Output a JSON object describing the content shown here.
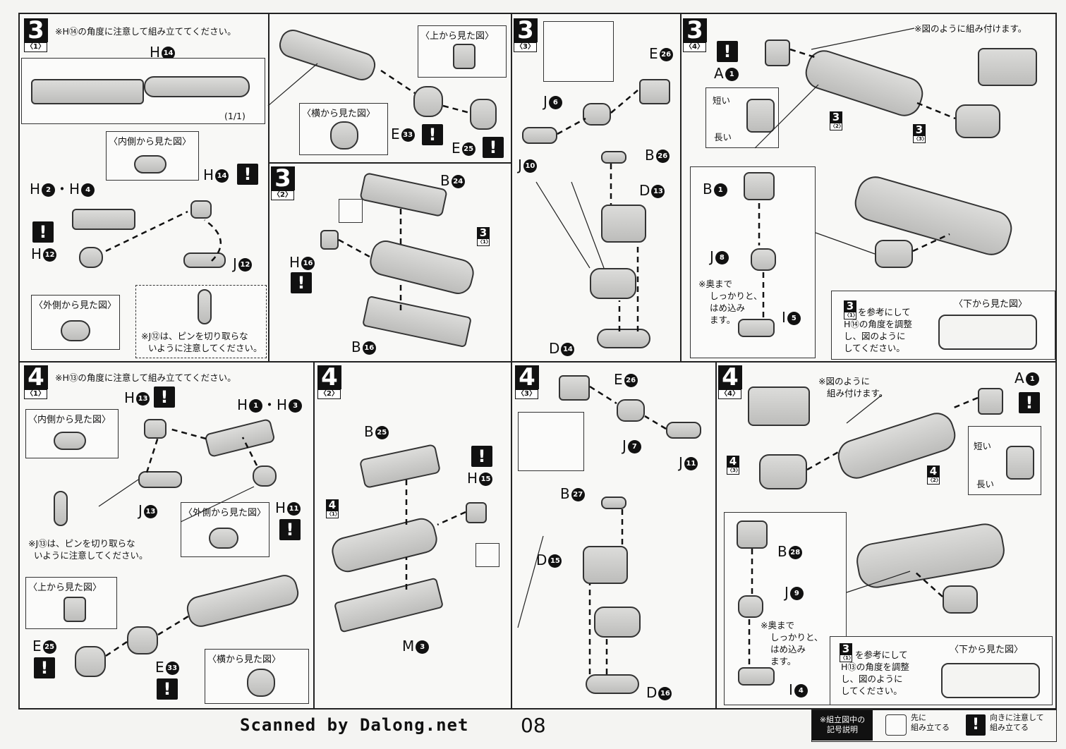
{
  "panels": {
    "p3_1": {
      "step": "3",
      "sub": "〈1〉",
      "note": "※H⑭の角度に注意して組み立ててください。",
      "ratio": "(1/1)",
      "view_inside": "〈内側から見た図〉",
      "view_outside": "〈外側から見た図〉",
      "view_top": "〈上から見た図〉",
      "view_side": "〈横から見た図〉",
      "pin_note_1": "※J⑫は、ピンを切り取らな",
      "pin_note_2": "いように注意してください。"
    },
    "p3_2": {
      "step": "3",
      "sub": "〈2〉"
    },
    "p3_3": {
      "step": "3",
      "sub": "〈3〉"
    },
    "p3_4": {
      "step": "3",
      "sub": "〈4〉",
      "note": "※図のように組み付けます。",
      "short": "短い",
      "long": "長い",
      "push_1": "※奥まで",
      "push_2": "しっかりと、",
      "push_3": "はめ込み",
      "push_4": "ます。",
      "ref_1": "を参考にして",
      "ref_2": "H⑭の角度を調整",
      "ref_3": "し、図のように",
      "ref_4": "してください。",
      "view_bottom": "〈下から見た図〉"
    },
    "p4_1": {
      "step": "4",
      "sub": "〈1〉",
      "note": "※H⑬の角度に注意して組み立ててください。",
      "view_inside": "〈内側から見た図〉",
      "view_outside": "〈外側から見た図〉",
      "view_top": "〈上から見た図〉",
      "view_side": "〈横から見た図〉",
      "pin_note_1": "※J⑬は、ピンを切り取らな",
      "pin_note_2": "いように注意してください。"
    },
    "p4_2": {
      "step": "4",
      "sub": "〈2〉"
    },
    "p4_3": {
      "step": "4",
      "sub": "〈3〉"
    },
    "p4_4": {
      "step": "4",
      "sub": "〈4〉",
      "note_1": "※図のように",
      "note_2": "組み付けます。",
      "short": "短い",
      "long": "長い",
      "push_1": "※奥まで",
      "push_2": "しっかりと、",
      "push_3": "はめ込み",
      "push_4": "ます。",
      "ref_1": "を参考にして",
      "ref_2": "H⑬の角度を調整",
      "ref_3": "し、図のように",
      "ref_4": "してください。",
      "view_bottom": "〈下から見た図〉"
    }
  },
  "parts": {
    "H14": "H",
    "H14n": "14",
    "H2": "H",
    "H2n": "2",
    "H4": "H",
    "H4n": "4",
    "H12": "H",
    "H12n": "12",
    "J12": "J",
    "J12n": "12",
    "E33": "E",
    "E33n": "33",
    "E25": "E",
    "E25n": "25",
    "B24": "B",
    "B24n": "24",
    "H16": "H",
    "H16n": "16",
    "B16": "B",
    "B16n": "16",
    "E26": "E",
    "E26n": "26",
    "J6": "J",
    "J6n": "6",
    "J10": "J",
    "J10n": "10",
    "B26": "B",
    "B26n": "26",
    "D13": "D",
    "D13n": "13",
    "D14": "D",
    "D14n": "14",
    "A1": "A",
    "A1n": "1",
    "B1": "B",
    "B1n": "1",
    "J8": "J",
    "J8n": "8",
    "I5": "I",
    "I5n": "5",
    "H13": "H",
    "H13n": "13",
    "H1": "H",
    "H1n": "1",
    "H3": "H",
    "H3n": "3",
    "J13": "J",
    "J13n": "13",
    "H11": "H",
    "H11n": "11",
    "B25": "B",
    "B25n": "25",
    "H15": "H",
    "H15n": "15",
    "M3": "M",
    "M3n": "3",
    "J7": "J",
    "J7n": "7",
    "J11": "J",
    "J11n": "11",
    "B27": "B",
    "B27n": "27",
    "D15": "D",
    "D15n": "15",
    "D16": "D",
    "D16n": "16",
    "B28": "B",
    "B28n": "28",
    "J9": "J",
    "J9n": "9",
    "I4": "I",
    "I4n": "4",
    "dot": "・"
  },
  "footer": {
    "scanner": "Scanned by Dalong.net",
    "page": "08",
    "legend_head_1": "※組立図中の",
    "legend_head_2": "記号説明",
    "legend_first_1": "先に",
    "legend_first_2": "組み立てる",
    "legend_dir_1": "向きに注意して",
    "legend_dir_2": "組み立てる"
  },
  "warn_mark": "!"
}
